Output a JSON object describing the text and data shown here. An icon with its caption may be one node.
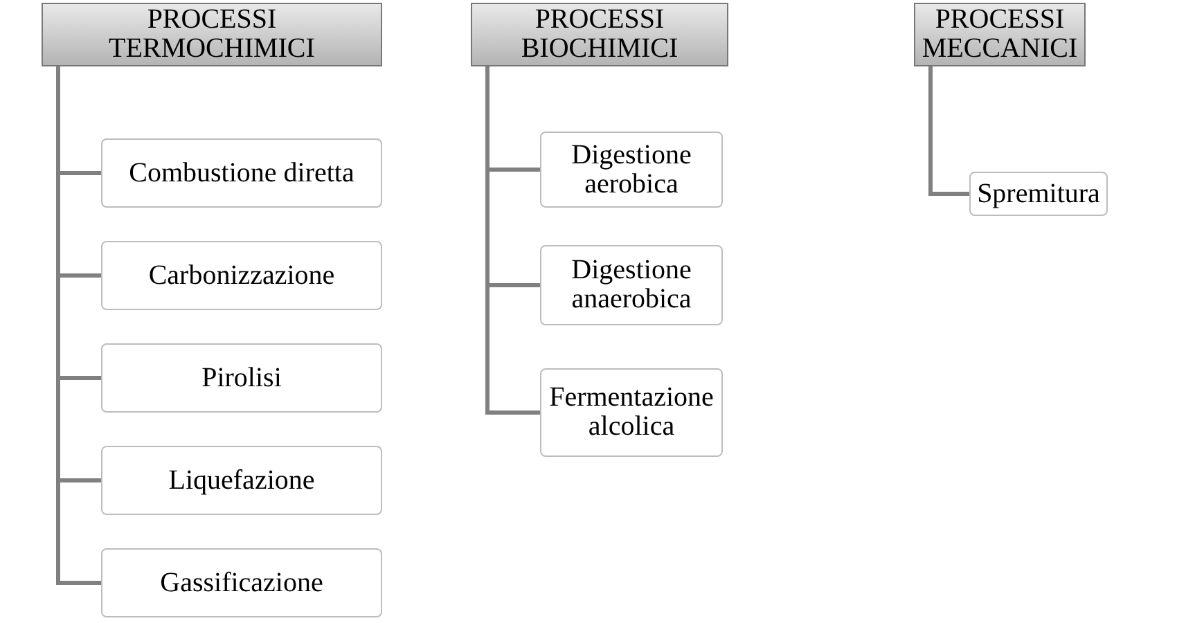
{
  "diagram": {
    "nodes": [
      {
        "text": [
          "PROCESSI TERMOCHIMICI"
        ]
      },
      {
        "text": [
          "Combustione diretta"
        ]
      },
      {
        "text": [
          "Carbonizzazione"
        ]
      },
      {
        "text": [
          "Pirolisi"
        ]
      },
      {
        "text": [
          "Liquefazione"
        ]
      },
      {
        "text": [
          "Gassificazione"
        ]
      },
      {
        "text": [
          "PROCESSI BIOCHIMICI"
        ]
      },
      {
        "text": [
          "Digestione aerobica"
        ]
      },
      {
        "text": [
          "Digestione anaerobica"
        ]
      },
      {
        "text": [
          "Fermentazione alcolica"
        ]
      },
      {
        "text": [
          "PROCESSI MECCANICI"
        ]
      },
      {
        "text": [
          "Spremitura"
        ]
      }
    ],
    "edges": [
      {
        "from": 0,
        "to": 1,
        "arrow": "none"
      },
      {
        "from": 0,
        "to": 2,
        "arrow": "none"
      },
      {
        "from": 0,
        "to": 3,
        "arrow": "none"
      },
      {
        "from": 0,
        "to": 4,
        "arrow": "none"
      },
      {
        "from": 0,
        "to": 5,
        "arrow": "none"
      },
      {
        "from": 6,
        "to": 7,
        "arrow": "none"
      },
      {
        "from": 6,
        "to": 8,
        "arrow": "none"
      },
      {
        "from": 6,
        "to": 9,
        "arrow": "none"
      },
      {
        "from": 10,
        "to": 11,
        "arrow": "none"
      }
    ]
  }
}
